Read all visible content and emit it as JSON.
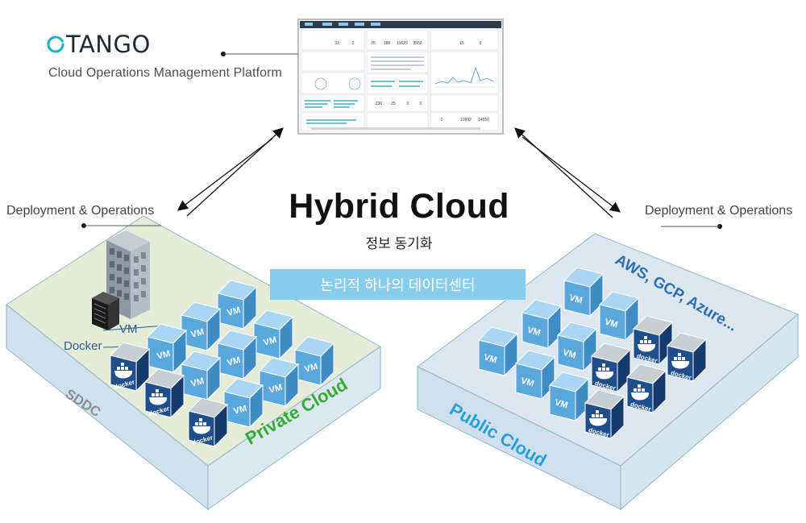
{
  "logo": {
    "text": "TANGO"
  },
  "platform_name": "Cloud Operations Management Platform",
  "deployment_left": "Deployment & Operations",
  "deployment_right": "Deployment & Operations",
  "title": "Hybrid Cloud",
  "subtitle": "정보 동기화",
  "banner": "논리적 하나의 데이터센터",
  "labels": {
    "vm": "VM",
    "docker": "Docker",
    "sddc": "SDDC"
  },
  "private_cloud": "Private Cloud",
  "public_cloud": "Public Cloud",
  "providers": "AWS, GCP, Azure...",
  "cube_vm_text": "VM",
  "cube_docker_text": "docker",
  "dashboard": {
    "stats_top": [
      "33",
      "0",
      "75",
      "188",
      "11629",
      "3550",
      "15",
      "9"
    ],
    "stats_bottom": [
      "236",
      "25",
      "0",
      "0",
      "0",
      "10992",
      "14556"
    ]
  },
  "colors": {
    "vm_cube": "#5ba7db",
    "docker_cube": "#1f4e8c",
    "private_cloud": "#3aaa35",
    "public_cloud": "#2aa0d8",
    "banner": "#86cdee"
  }
}
